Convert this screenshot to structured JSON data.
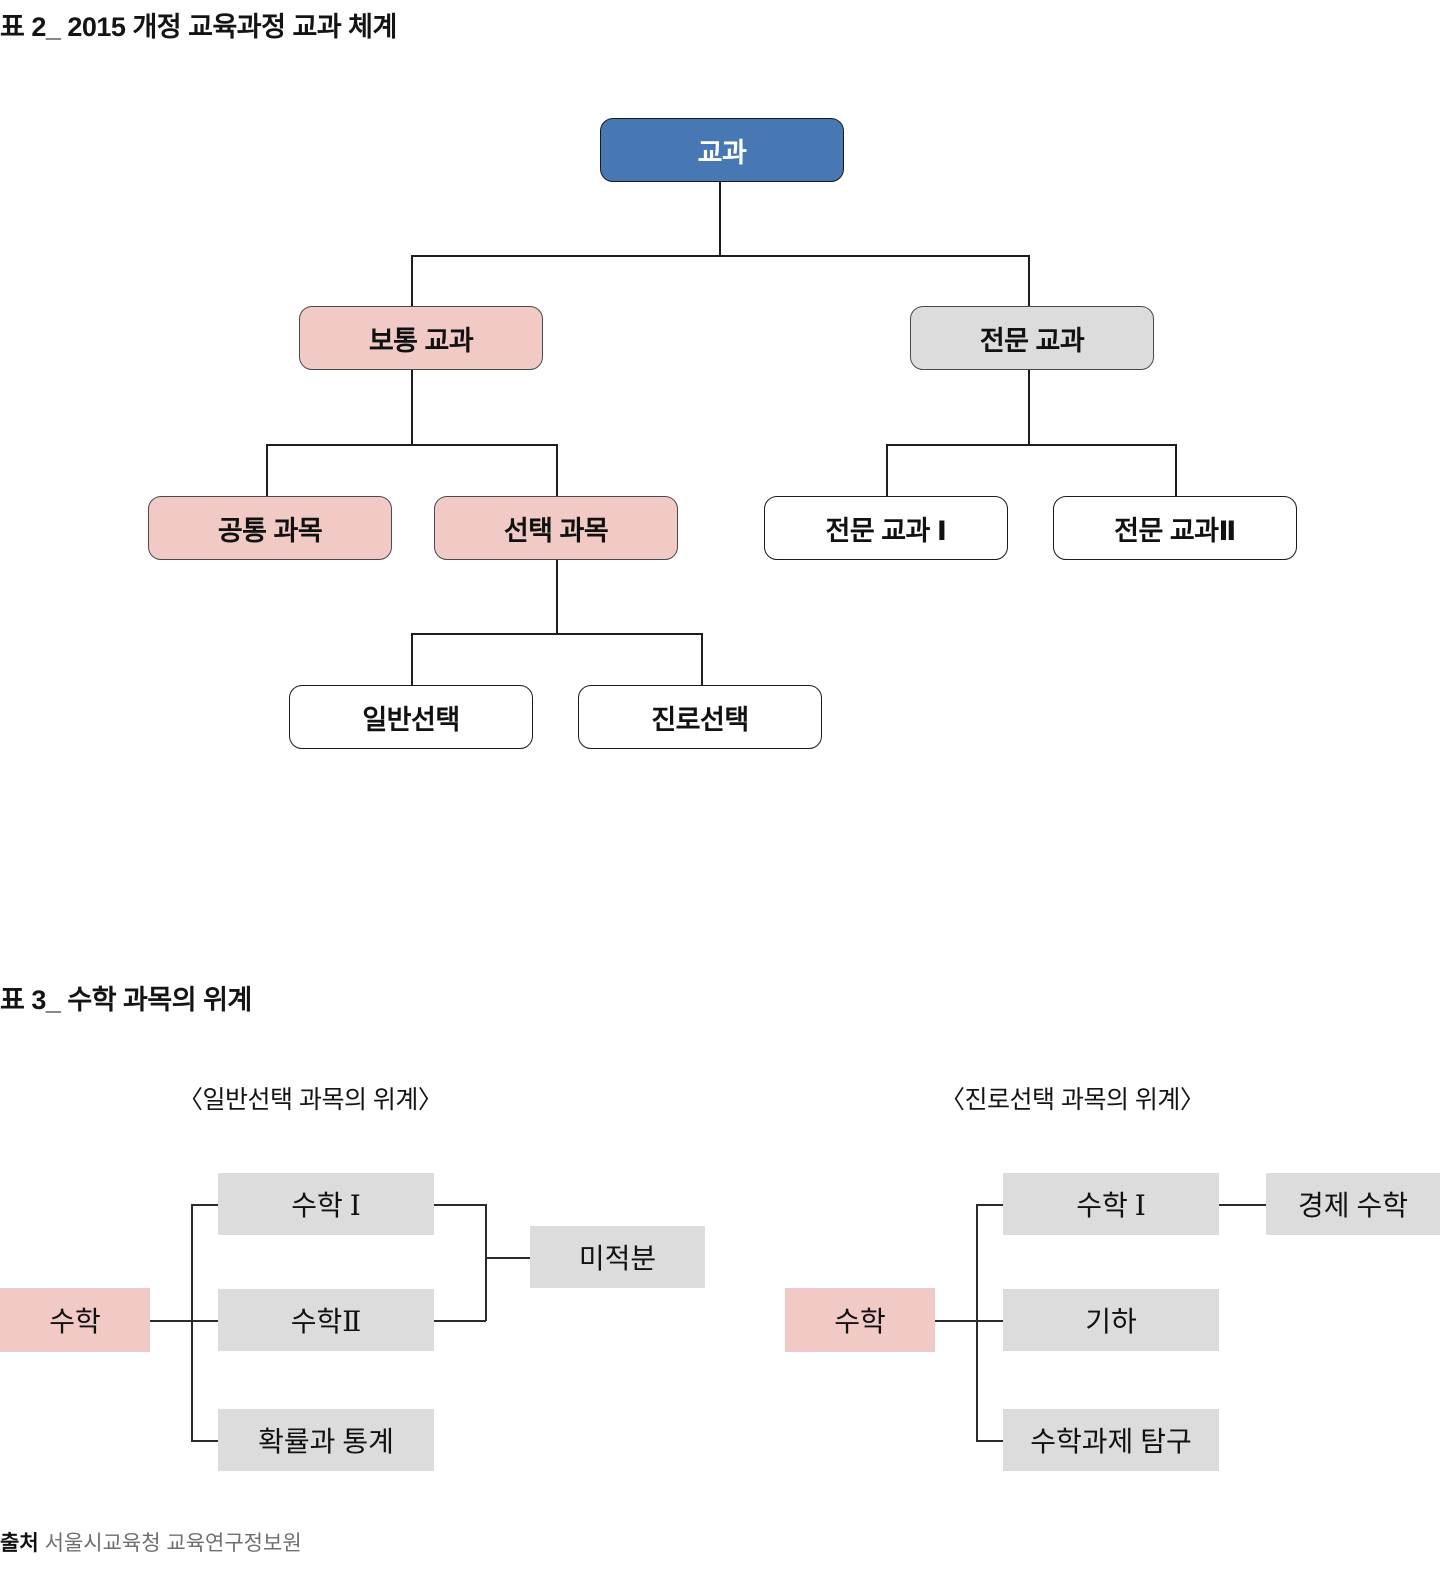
{
  "document": {
    "table2": {
      "title": "표 2_ 2015 개정 교육과정 교과 체계",
      "nodes": {
        "root": "교과",
        "common_subject_area": "보통 교과",
        "specialized_subject_area": "전문 교과",
        "common_course": "공통 과목",
        "elective_course": "선택 과목",
        "specialized_1": "전문 교과 Ⅰ",
        "specialized_2": "전문 교과Ⅱ",
        "general_elective": "일반선택",
        "career_elective": "진로선택"
      }
    },
    "table3": {
      "title": "표 3_ 수학 과목의 위계",
      "left": {
        "caption": "〈일반선택 과목의 위계〉",
        "root": "수학",
        "branches": [
          "수학 Ⅰ",
          "수학Ⅱ",
          "확률과 통계"
        ],
        "merged": "미적분"
      },
      "right": {
        "caption": "〈진로선택 과목의 위계〉",
        "root": "수학",
        "branches": [
          "수학 Ⅰ",
          "기하",
          "수학과제 탐구"
        ],
        "extension": "경제 수학"
      }
    },
    "source": {
      "label": "출처",
      "text": "서울시교육청 교육연구정보원"
    },
    "colors": {
      "root_blue": "#4878b4",
      "pink": "#f1cac6",
      "gray": "#dcdcdc",
      "white": "#ffffff",
      "line": "#1e1e1e",
      "source_text": "#6f6f6f"
    }
  }
}
